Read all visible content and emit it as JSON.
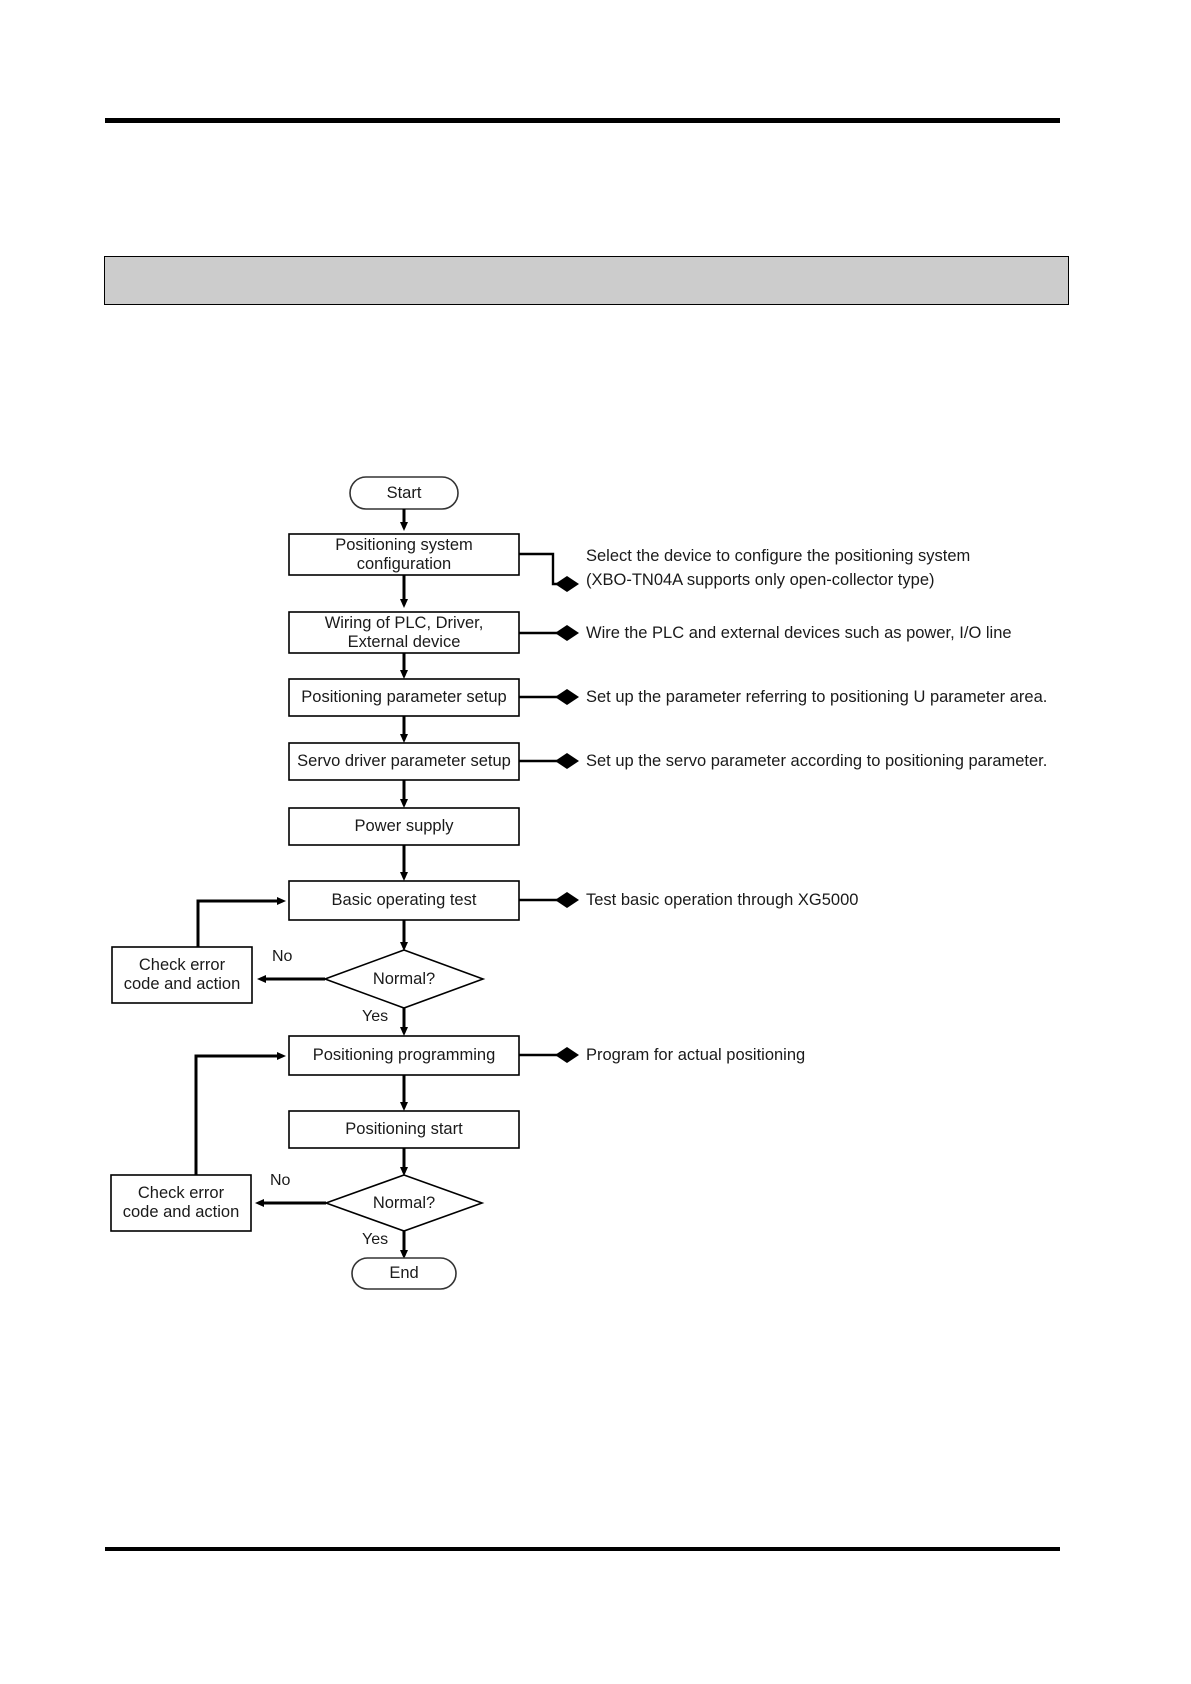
{
  "page": {
    "banner_text": "",
    "rules": {
      "color": "#000000"
    },
    "banner_color": "#cccccc"
  },
  "chart_data": {
    "type": "flowchart",
    "title": "",
    "orientation": "top-to-bottom",
    "nodes": [
      {
        "id": "start",
        "shape": "terminator",
        "label": "Start"
      },
      {
        "id": "config",
        "shape": "process",
        "label": "Positioning system\nconfiguration"
      },
      {
        "id": "wiring",
        "shape": "process",
        "label": "Wiring of PLC, Driver,\nExternal device"
      },
      {
        "id": "posparam",
        "shape": "process",
        "label": "Positioning parameter setup"
      },
      {
        "id": "servoparam",
        "shape": "process",
        "label": "Servo driver parameter setup"
      },
      {
        "id": "power",
        "shape": "process",
        "label": "Power supply"
      },
      {
        "id": "basictest",
        "shape": "process",
        "label": "Basic operating test"
      },
      {
        "id": "normal1",
        "shape": "decision",
        "label": "Normal?"
      },
      {
        "id": "checkerr1",
        "shape": "process",
        "label": "Check error\ncode and action"
      },
      {
        "id": "posprog",
        "shape": "process",
        "label": "Positioning programming"
      },
      {
        "id": "posstart",
        "shape": "process",
        "label": "Positioning start"
      },
      {
        "id": "normal2",
        "shape": "decision",
        "label": "Normal?"
      },
      {
        "id": "checkerr2",
        "shape": "process",
        "label": "Check error\ncode and action"
      },
      {
        "id": "end",
        "shape": "terminator",
        "label": "End"
      }
    ],
    "edge_labels": [
      {
        "id": "no1",
        "label": "No"
      },
      {
        "id": "yes1",
        "label": "Yes"
      },
      {
        "id": "no2",
        "label": "No"
      },
      {
        "id": "yes2",
        "label": "Yes"
      }
    ],
    "annotations": [
      {
        "for": "config",
        "bullet": "diamond",
        "text": "Select the device to configure the positioning system\n(XBO-TN04A supports only open-collector type)"
      },
      {
        "for": "wiring",
        "bullet": "diamond",
        "text": "Wire the PLC and external devices such as power, I/O line"
      },
      {
        "for": "posparam",
        "bullet": "diamond",
        "text": "Set up the parameter referring to positioning U parameter area."
      },
      {
        "for": "servoparam",
        "bullet": "diamond",
        "text": "Set up the servo parameter according to positioning parameter."
      },
      {
        "for": "basictest",
        "bullet": "diamond",
        "text": "Test basic operation through XG5000"
      },
      {
        "for": "posprog",
        "bullet": "diamond",
        "text": "Program for actual positioning"
      }
    ]
  }
}
